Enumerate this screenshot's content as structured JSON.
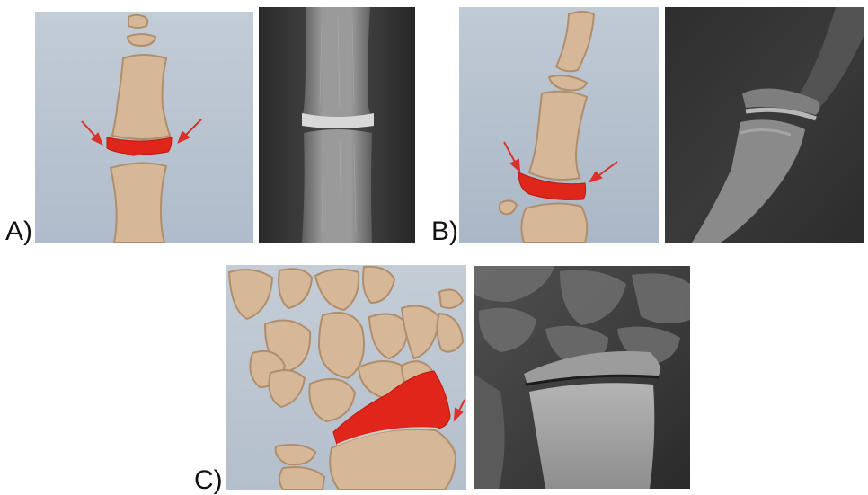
{
  "labels": {
    "a": "A)",
    "b": "B)",
    "c": "C)"
  },
  "colors": {
    "panel_background": "#b6c2cf",
    "bone_fill": "#d6b898",
    "bone_outline": "#b08e6c",
    "growth_plate": "#e0261a",
    "arrow": "#d8322a",
    "xray_dark": "#1c1c1c",
    "xray_bone": "#8a8a8a"
  },
  "figures": [
    {
      "id": "a",
      "illustration": "finger-phalanges-growth-plate-injury",
      "radiograph": "finger-xray"
    },
    {
      "id": "b",
      "illustration": "finger-growth-plate-displaced",
      "radiograph": "finger-xray-lateral"
    },
    {
      "id": "c",
      "illustration": "wrist-carpal-bones-growth-plate",
      "radiograph": "wrist-xray"
    }
  ]
}
